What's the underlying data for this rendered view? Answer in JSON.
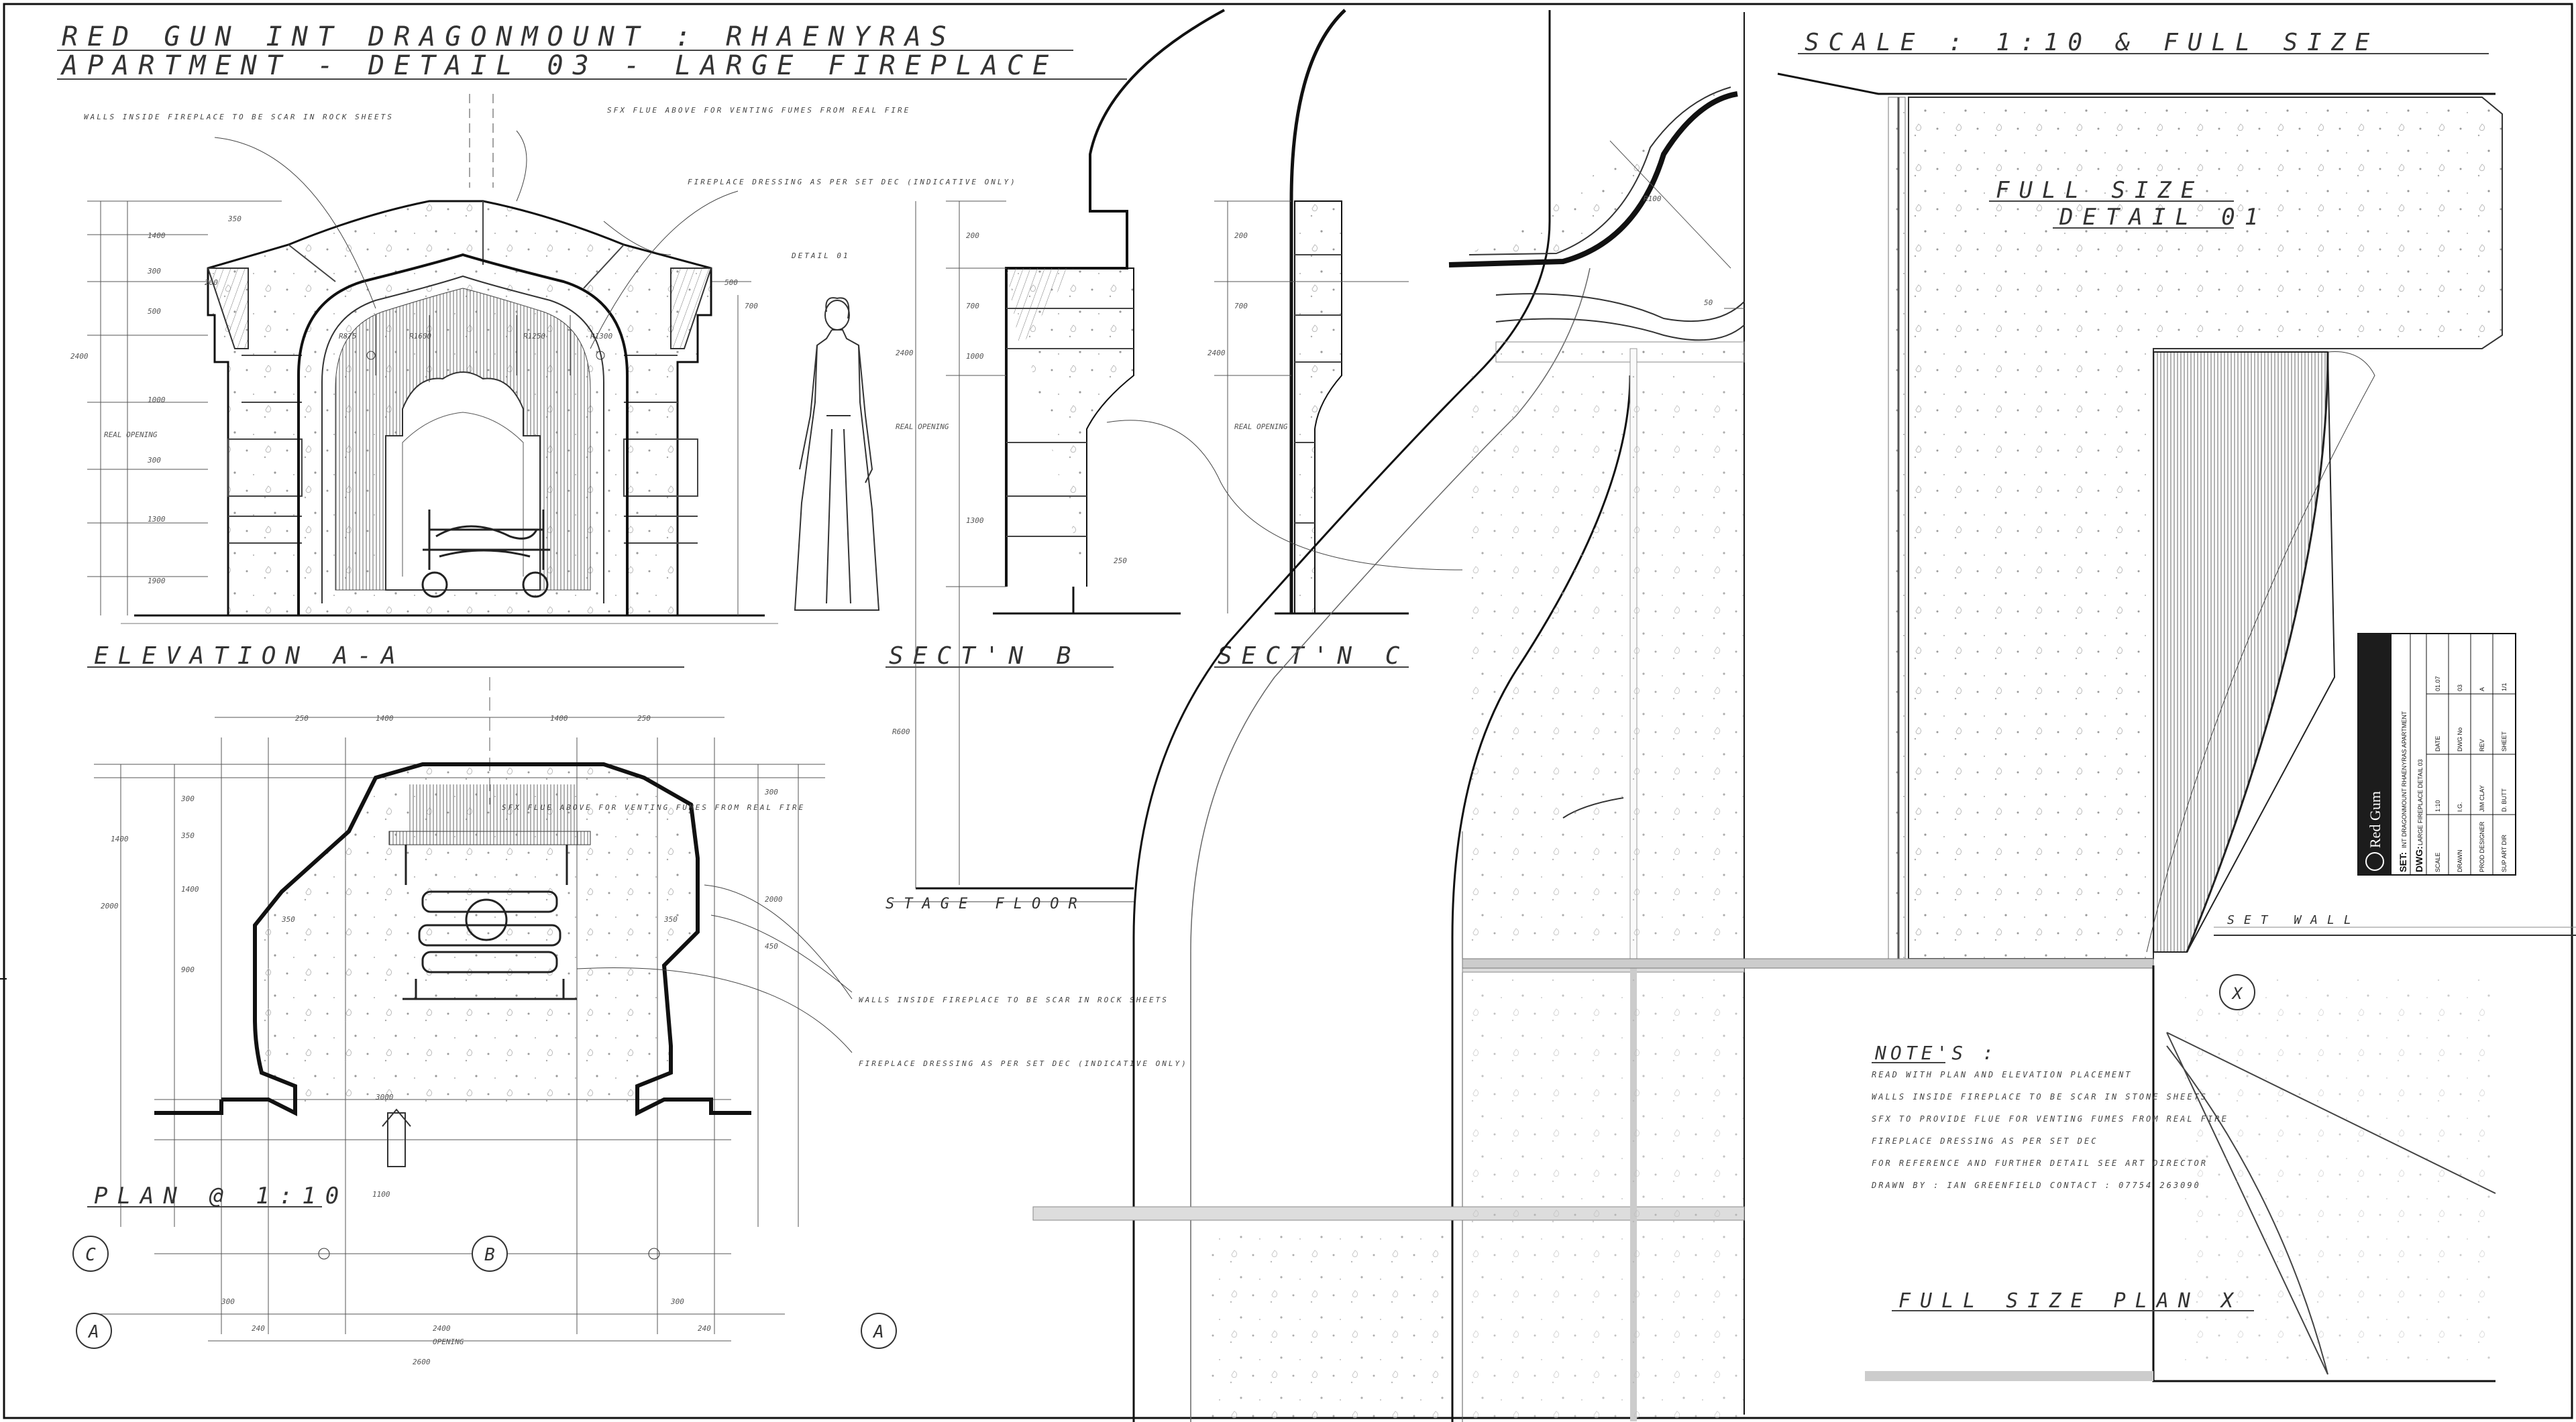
{
  "title": {
    "line1": "RED GUN  INT DRAGONMOUNT : RHAENYRAS",
    "line2": "APARTMENT - DETAIL 03 - LARGE FIREPLACE"
  },
  "scale_note": "SCALE : 1:10 & FULL SIZE",
  "section_labels": {
    "elevation": "ELEVATION A-A",
    "sect_b": "SECT'N B",
    "sect_c": "SECT'N C",
    "plan": "PLAN @ 1:10",
    "stage_floor": "STAGE FLOOR",
    "full_size_detail": "FULL SIZE",
    "full_size_detail_2": "DETAIL 01",
    "full_size_plan": "FULL SIZE PLAN X",
    "set_wall": "SET WALL"
  },
  "callouts": {
    "walls_inside": "WALLS INSIDE FIREPLACE TO BE SCAR IN ROCK SHEETS",
    "sfx_flue": "SFX FLUE ABOVE FOR VENTING FUMES FROM REAL FIRE",
    "dressing": "FIREPLACE DRESSING AS PER SET DEC (INDICATIVE ONLY)",
    "detail_ref": "DETAIL 01",
    "plan_sfx": "SFX FLUE ABOVE FOR VENTING FUMES FROM REAL FIRE",
    "plan_walls": "WALLS INSIDE FIREPLACE TO BE SCAR IN ROCK SHEETS",
    "plan_dressing": "FIREPLACE DRESSING AS PER SET DEC (INDICATIVE ONLY)"
  },
  "notes": {
    "heading": "NOTE'S :",
    "items": [
      "READ WITH PLAN AND ELEVATION PLACEMENT",
      "WALLS INSIDE FIREPLACE TO BE SCAR IN STONE SHEETS",
      "SFX TO PROVIDE FLUE FOR VENTING FUMES FROM REAL FIRE",
      "FIREPLACE DRESSING AS PER SET DEC",
      "FOR REFERENCE AND FURTHER DETAIL SEE ART DIRECTOR",
      "DRAWN BY : IAN GREENFIELD  CONTACT : 07754 263090"
    ]
  },
  "grid_markers": [
    "C",
    "B",
    "A",
    "A",
    "X"
  ],
  "dimension_labels": {
    "elev_left": [
      "1400",
      "300",
      "500",
      "2400",
      "1000",
      "REAL OPENING",
      "300",
      "1300",
      "1900"
    ],
    "elev_top": [
      "350",
      "200",
      "500",
      "700",
      "R875",
      "R1600",
      "R1250",
      "R1300"
    ],
    "plan_top": [
      "250",
      "1400",
      "1400",
      "250"
    ],
    "plan_bottom": [
      "2400",
      "OPENING",
      "2600",
      "240",
      "300",
      "300",
      "240"
    ],
    "plan_left": [
      "300",
      "1400",
      "2000",
      "350",
      "1400",
      "900"
    ],
    "sect": [
      "200",
      "700",
      "1000",
      "2400",
      "REAL OPENING",
      "1300",
      "250"
    ],
    "plan_marks": [
      "900",
      "2000",
      "300",
      "3000",
      "R600",
      "450",
      "1100",
      "350"
    ],
    "full_size": [
      "R100",
      "50"
    ]
  },
  "title_block": {
    "company": "Red Gum",
    "set_label": "SET:",
    "set_value": "INT DRAGONMOUNT RHAENYRAS APARTMENT",
    "dwg_label": "DWG:",
    "dwg_value": "LARGE FIREPLACE DETAIL 03",
    "rows": [
      [
        "SCALE",
        "1:10",
        "DATE",
        "01.07"
      ],
      [
        "DRAWN",
        "I.G.",
        "DWG No",
        "03"
      ],
      [
        "PROD DESIGNER",
        "JIM CLAY",
        "REV",
        "A"
      ],
      [
        "SUP ART DIR",
        "D. BUTT",
        "SHEET",
        "1/1"
      ]
    ]
  },
  "colors": {
    "ink": "#222222",
    "paper": "#ffffff",
    "title_block_dark": "#1c1c1c"
  }
}
